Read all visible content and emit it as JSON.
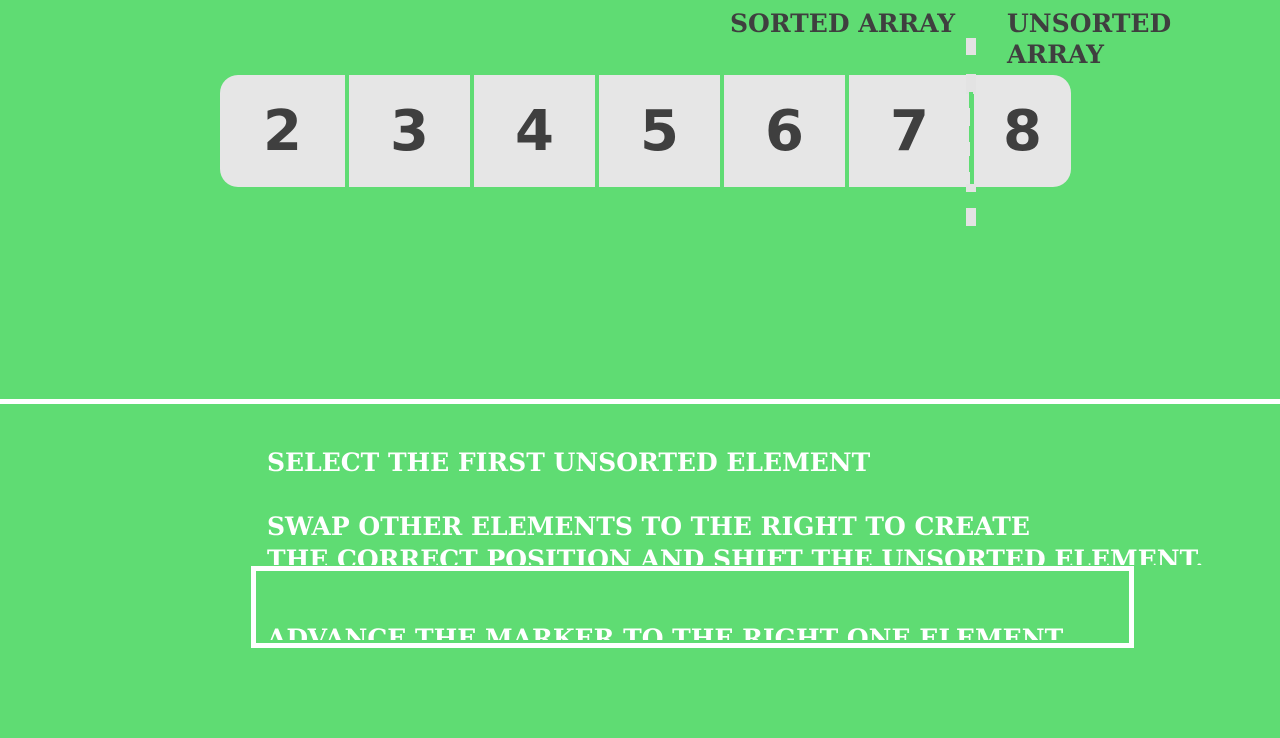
{
  "labels": {
    "sorted": "SORTED ARRAY",
    "unsorted": "UNSORTED ARRAY"
  },
  "array": {
    "values": [
      "2",
      "3",
      "4",
      "5",
      "6",
      "7",
      "8"
    ],
    "sorted_count": 6
  },
  "steps": {
    "step1": "SELECT THE FIRST UNSORTED ELEMENT",
    "step2_line1": "SWAP OTHER ELEMENTS TO THE RIGHT TO CREATE",
    "step2_line2": "THE CORRECT POSITION AND SHIFT THE UNSORTED ELEMENT.",
    "step3": "ADVANCE THE MARKER TO THE RIGHT ONE ELEMENT."
  },
  "colors": {
    "background": "#5fdc73",
    "cell": "#e6e6e6",
    "text_dark": "#3f3f3f",
    "text_light": "#ffffff"
  },
  "highlighted_step": "step3"
}
